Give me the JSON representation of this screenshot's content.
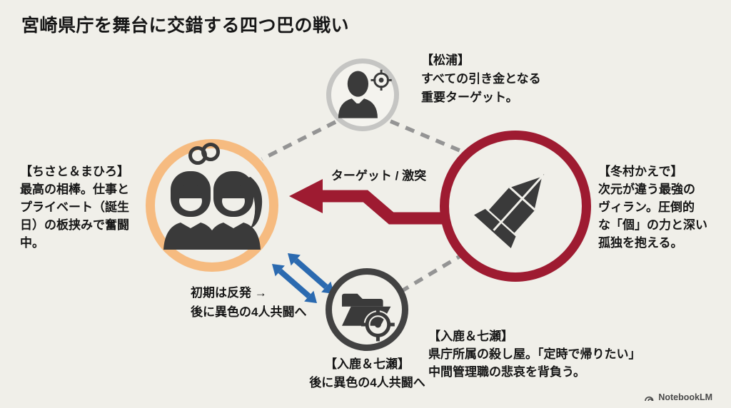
{
  "title": "宮崎県庁を舞台に交錯する四つ巴の戦い",
  "colors": {
    "bg": "#f0efe9",
    "ink": "#161616",
    "red": "#9e1b31",
    "orange": "#f6bb80",
    "blue": "#2b6ab0",
    "ring_gray": "#c5c5c3",
    "ring_dark": "#424242",
    "icon": "#3a3a3a",
    "dash": "#949494",
    "footer_ink": "#4a4a4a"
  },
  "nodes": {
    "matsuura": {
      "icon": "businessman-with-target-icon",
      "name": "【松浦】",
      "desc": [
        "すべての引き金となる",
        "重要ターゲット。"
      ]
    },
    "chisato_mahiro": {
      "icon": "women-pair-with-linked-rings-icon",
      "name": "【ちさと＆まひろ】",
      "desc": [
        "最高の相棒。仕事と",
        "プライベート（誕生",
        "日）の板挟みで奮闘",
        "中。"
      ]
    },
    "fuyumura": {
      "icon": "bullet-icon",
      "name": "【冬村かえで】",
      "desc": [
        "次元が違う最強の",
        "ヴィラン。圧倒的",
        "な「個」の力と深い",
        "孤独を抱える。"
      ]
    },
    "iruka_nanase": {
      "icon": "folder-with-crosshair-icon",
      "name": "【入鹿＆七瀬】",
      "desc": [
        "県庁所属の殺し屋。「定時で帰りたい」",
        "中間管理職の悲哀を背負う。"
      ],
      "caption": [
        "【入鹿＆七瀬】",
        "後に異色の4人共闘へ"
      ]
    }
  },
  "edges": {
    "target_clash": {
      "label": "ターゲット / 激突"
    },
    "rivalry": {
      "label": [
        "初期は反発 →",
        "後に異色の4人共闘へ"
      ]
    }
  },
  "footer": {
    "brand": "NotebookLM"
  }
}
